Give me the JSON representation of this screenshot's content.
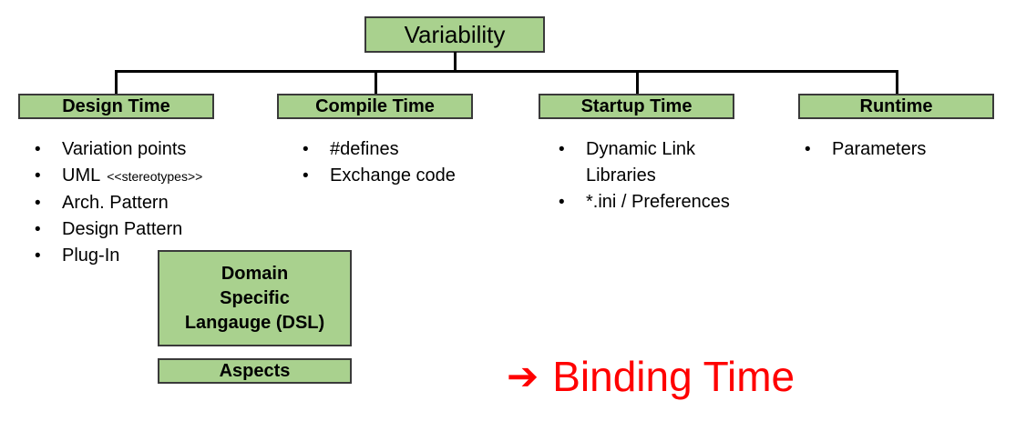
{
  "colors": {
    "box_fill": "#a9d18e",
    "box_border": "#3a3a3a",
    "connector": "#000000",
    "text": "#000000",
    "annotation_red": "#ff0000"
  },
  "root_box": {
    "label": "Variability"
  },
  "columns": [
    {
      "header": "Design Time",
      "items": [
        {
          "text": "Variation points"
        },
        {
          "text": "UML",
          "note": "<<stereotypes>>"
        },
        {
          "text": "Arch. Pattern"
        },
        {
          "text": "Design Pattern"
        },
        {
          "text": "Plug-In"
        }
      ]
    },
    {
      "header": "Compile Time",
      "items": [
        {
          "text": "#defines"
        },
        {
          "text": "Exchange code"
        }
      ]
    },
    {
      "header": "Startup Time",
      "items": [
        {
          "text": "Dynamic Link\nLibraries"
        },
        {
          "text": "*.ini / Preferences"
        }
      ]
    },
    {
      "header": "Runtime",
      "items": [
        {
          "text": "Parameters"
        }
      ]
    }
  ],
  "sub_boxes": [
    {
      "label": "Domain\nSpecific\nLangauge (DSL)"
    },
    {
      "label": "Aspects"
    }
  ],
  "annotation": {
    "arrow": "➔",
    "label": "Binding Time"
  }
}
